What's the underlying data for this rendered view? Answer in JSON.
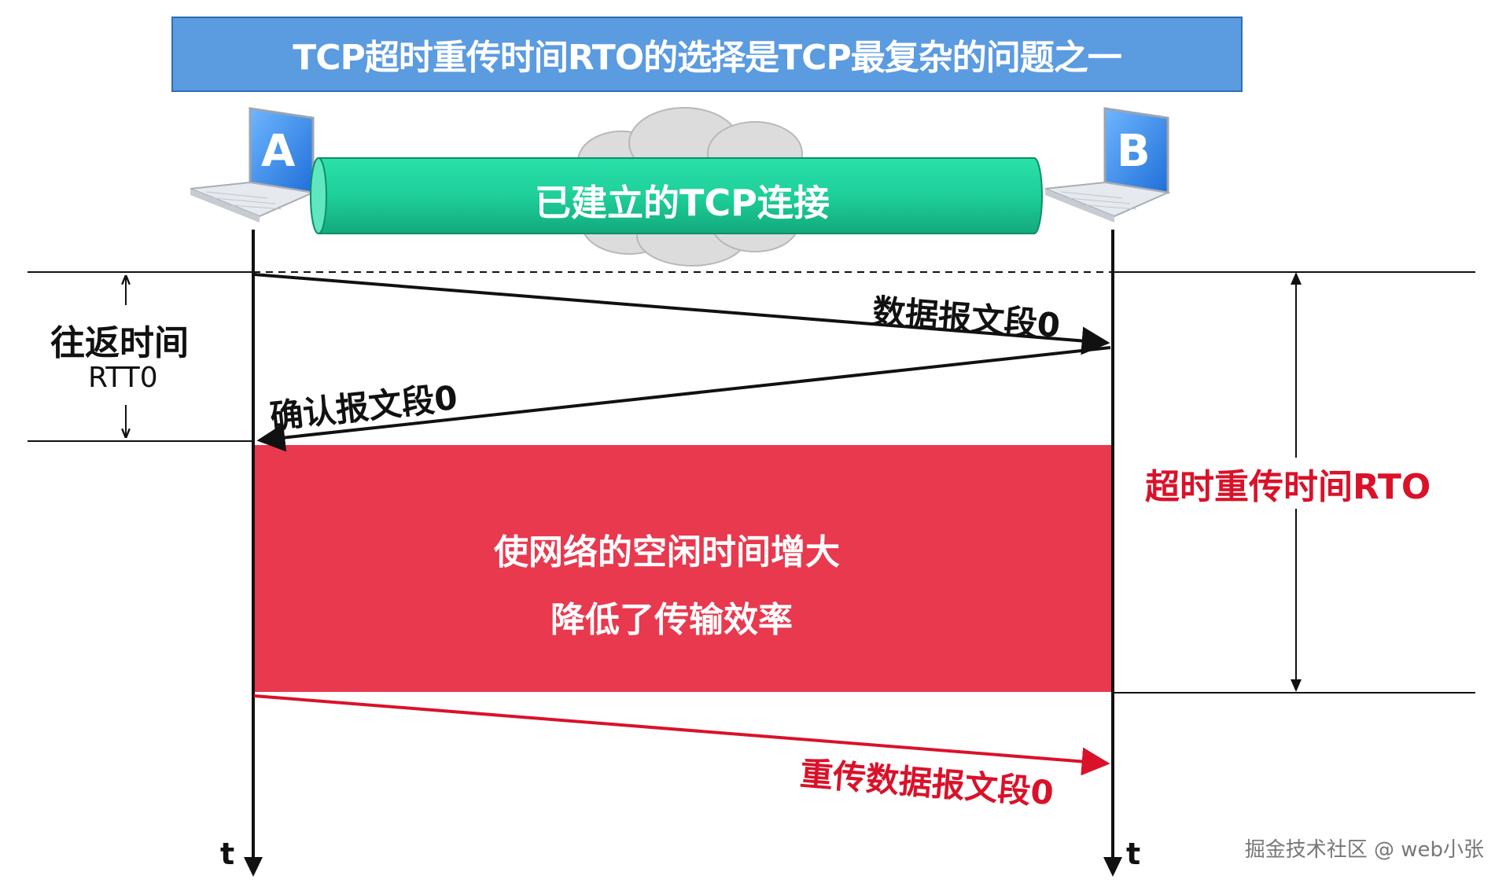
{
  "title": "TCP超时重传时间RTO的选择是TCP最复杂的问题之一",
  "hosts": {
    "a": "A",
    "b": "B"
  },
  "connection_label": "已建立的TCP连接",
  "rtt_label_line1": "往返时间",
  "rtt_label_line2": "RTT0",
  "data_segment_label": "数据报文段0",
  "ack_segment_label": "确认报文段0",
  "rto_label": "超时重传时间RTO",
  "idle_line1": "使网络的空闲时间增大",
  "idle_line2": "降低了传输效率",
  "retransmit_label": "重传数据报文段0",
  "time_axis_left": "t",
  "time_axis_right": "t",
  "watermark": "掘金技术社区 @ web小张",
  "colors": {
    "banner": "#5b9be0",
    "connection": "#1ecf9a",
    "idle_block": "#e8394f",
    "rto_text": "#d9122a",
    "retransmit": "#d9122a"
  }
}
